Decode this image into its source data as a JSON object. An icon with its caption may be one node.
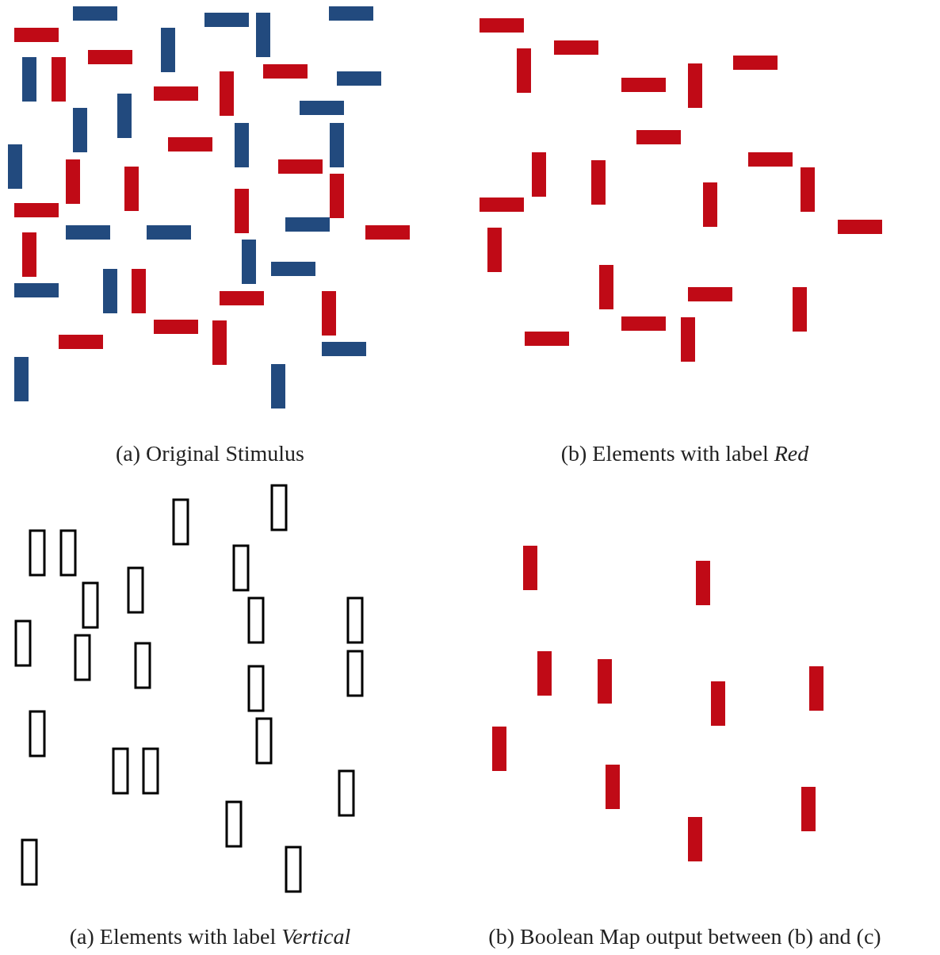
{
  "diagram": {
    "labels": [
      "(a) Original Stimulus",
      "(b) Elements with label *Red*",
      "(a) Elements with label *Vertical*",
      "(b) Boolean Map output between (b) and (c)"
    ]
  }
}
